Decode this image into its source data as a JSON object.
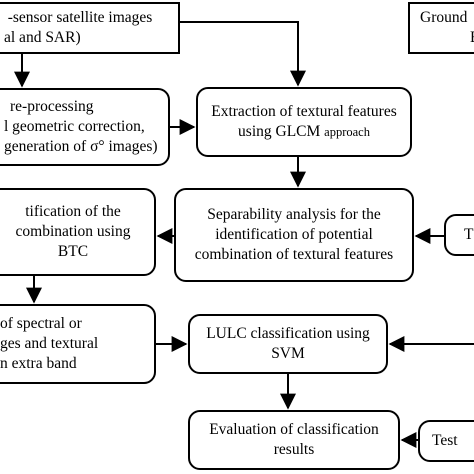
{
  "nodes": {
    "input_images": {
      "line1": "-sensor satellite images",
      "line2": "al and SAR)"
    },
    "ground": {
      "line1": "Ground",
      "line2": "E"
    },
    "preprocessing": {
      "line1": "re-processing",
      "line2": "l geometric correction,",
      "line3": "generation of σ° images)"
    },
    "extraction": {
      "line1": "Extraction of textural features",
      "line2_main": "using GLCM ",
      "line2_small": "approach"
    },
    "identification": {
      "line1": "tification of the",
      "line2": "combination using",
      "line3": "BTC"
    },
    "separability": {
      "line1": "Separability analysis for the",
      "line2": "identification of potential",
      "line3": "combination of textural features"
    },
    "right_t": {
      "line1": "T"
    },
    "spectral": {
      "line1": "of spectral or",
      "line2": "ges and textural",
      "line3": "n extra band"
    },
    "lulc": {
      "line1": "LULC classification using",
      "line2": "SVM"
    },
    "evaluation": {
      "line1": "Evaluation of classification",
      "line2": "results"
    },
    "test": {
      "line1": "Test"
    }
  }
}
